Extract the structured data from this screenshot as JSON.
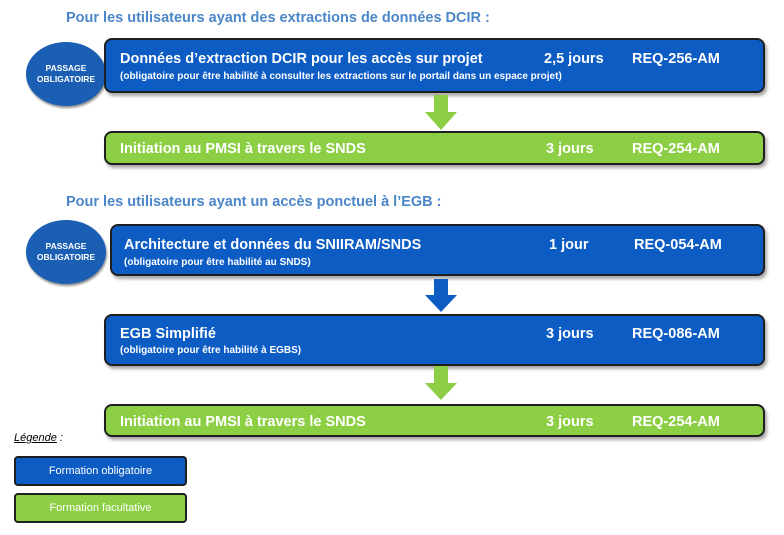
{
  "section1": {
    "title": "Pour les utilisateurs ayant des extractions de données DCIR :",
    "badge": {
      "line1": "PASSAGE",
      "line2": "OBLIGATOIRE"
    },
    "box1": {
      "name": "Données d’extraction DCIR pour les accès sur projet",
      "duration": "2,5 jours",
      "code": "REQ-256-AM",
      "note": "(obligatoire pour être habilité à consulter les extractions sur le portail dans un espace projet)"
    },
    "box2": {
      "name": "Initiation au PMSI à travers le SNDS",
      "duration": "3 jours",
      "code": "REQ-254-AM"
    }
  },
  "section2": {
    "title": "Pour les utilisateurs ayant un accès ponctuel à l’EGB :",
    "badge": {
      "line1": "PASSAGE",
      "line2": "OBLIGATOIRE"
    },
    "box1": {
      "name": "Architecture et données du SNIIRAM/SNDS",
      "duration": "1 jour",
      "code": "REQ-054-AM",
      "note": "(obligatoire pour être habilité au SNDS)"
    },
    "box2": {
      "name": "EGB Simplifié",
      "duration": "3 jours",
      "code": "REQ-086-AM",
      "note": "(obligatoire pour être habilité à EGBS)"
    },
    "box3": {
      "name": "Initiation au PMSI à travers le SNDS",
      "duration": "3 jours",
      "code": "REQ-254-AM"
    }
  },
  "legend": {
    "title": "Légende",
    "title_suffix": " :",
    "mandatory": "Formation obligatoire",
    "optional": "Formation facultative"
  },
  "colors": {
    "mandatory": "#0c5cc4",
    "optional": "#8ccf45",
    "badge": "#1b5fb4",
    "section_title": "#4a86c8"
  }
}
